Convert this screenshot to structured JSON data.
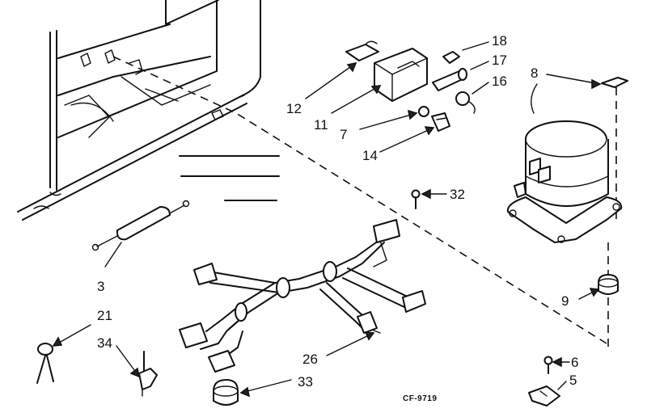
{
  "diagram": {
    "drawing_code": "CF-9719",
    "parts": [
      {
        "ref": "3"
      },
      {
        "ref": "5"
      },
      {
        "ref": "6"
      },
      {
        "ref": "7"
      },
      {
        "ref": "8"
      },
      {
        "ref": "9"
      },
      {
        "ref": "11"
      },
      {
        "ref": "12"
      },
      {
        "ref": "14"
      },
      {
        "ref": "16"
      },
      {
        "ref": "17"
      },
      {
        "ref": "18"
      },
      {
        "ref": "21"
      },
      {
        "ref": "26"
      },
      {
        "ref": "32"
      },
      {
        "ref": "33"
      },
      {
        "ref": "34"
      }
    ]
  }
}
